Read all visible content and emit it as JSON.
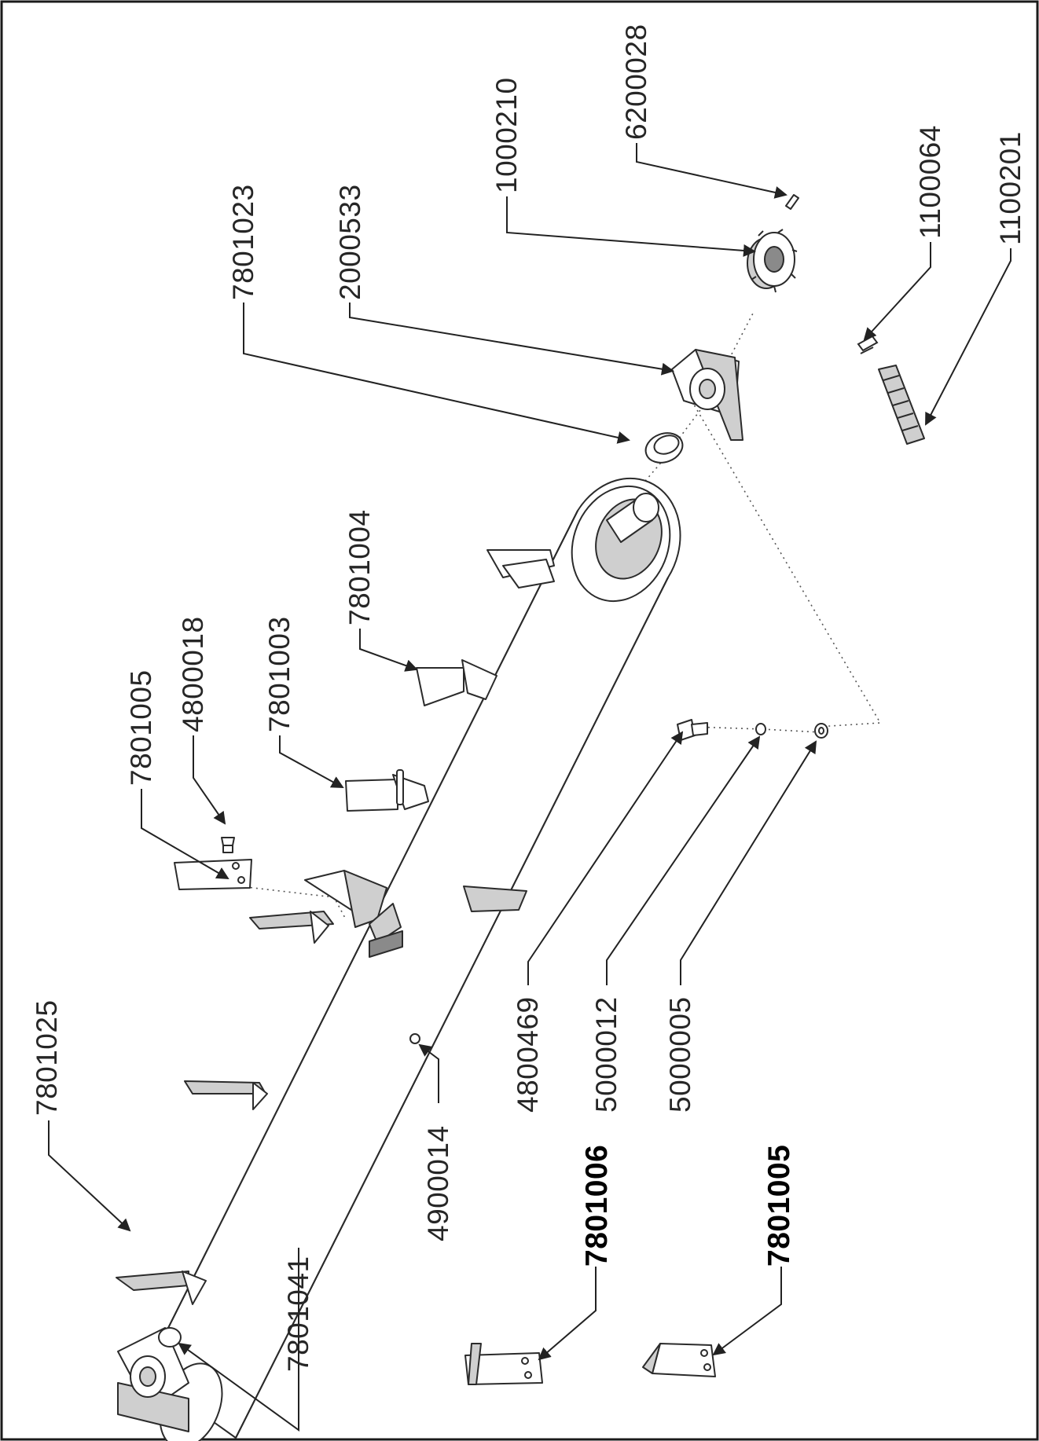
{
  "labels": {
    "p7801025": "7801025",
    "p7801041": "7801041",
    "p4900014": "4900014",
    "p7801005_top": "7801005",
    "p4800018": "4800018",
    "p7801003": "7801003",
    "p7801004": "7801004",
    "p7801023": "7801023",
    "p2000533": "2000533",
    "p1000210": "1000210",
    "p6200028": "6200028",
    "p1100064": "1100064",
    "p1100201": "1100201",
    "p4800469": "4800469",
    "p5000012": "5000012",
    "p5000005": "5000005",
    "p7801006_bold": "7801006",
    "p7801005_bold": "7801005"
  }
}
